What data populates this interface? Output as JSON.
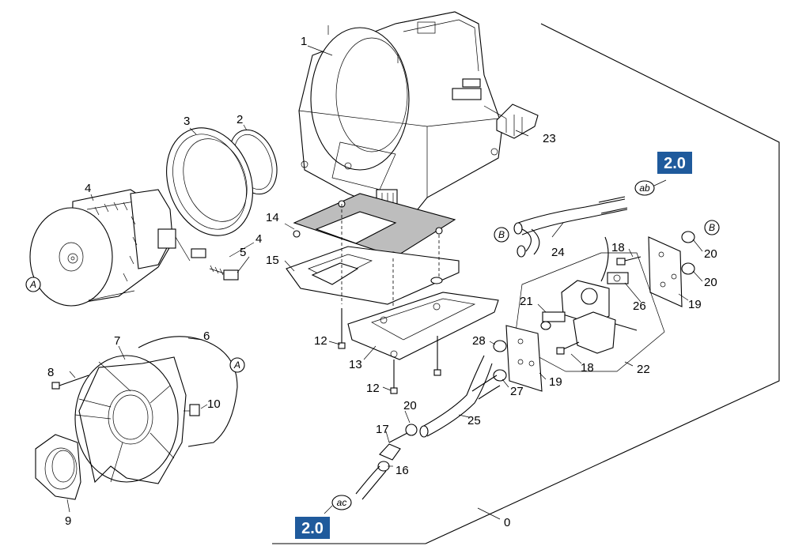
{
  "assembly_number": "0",
  "page_refs": [
    {
      "label": "2.0",
      "connector": "ab"
    },
    {
      "label": "2.0",
      "connector": "ac"
    }
  ],
  "connectors": {
    "A": "A",
    "B": "B",
    "ab": "ab",
    "ac": "ac"
  },
  "part_labels": {
    "p1": "1",
    "p2": "2",
    "p3": "3",
    "p4a": "4",
    "p4b": "4",
    "p5": "5",
    "p6": "6",
    "p7": "7",
    "p8": "8",
    "p9": "9",
    "p10": "10",
    "p12a": "12",
    "p12b": "12",
    "p13": "13",
    "p14": "14",
    "p15": "15",
    "p16": "16",
    "p17": "17",
    "p18a": "18",
    "p18b": "18",
    "p19a": "19",
    "p19b": "19",
    "p20a": "20",
    "p20b": "20",
    "p20c": "20",
    "p21": "21",
    "p22": "22",
    "p23": "23",
    "p24": "24",
    "p25": "25",
    "p26": "26",
    "p27": "27",
    "p28": "28"
  },
  "colors": {
    "badge_bg": "#1f5a9c",
    "gasket_fill": "#bdbdbd",
    "line": "#000000"
  }
}
